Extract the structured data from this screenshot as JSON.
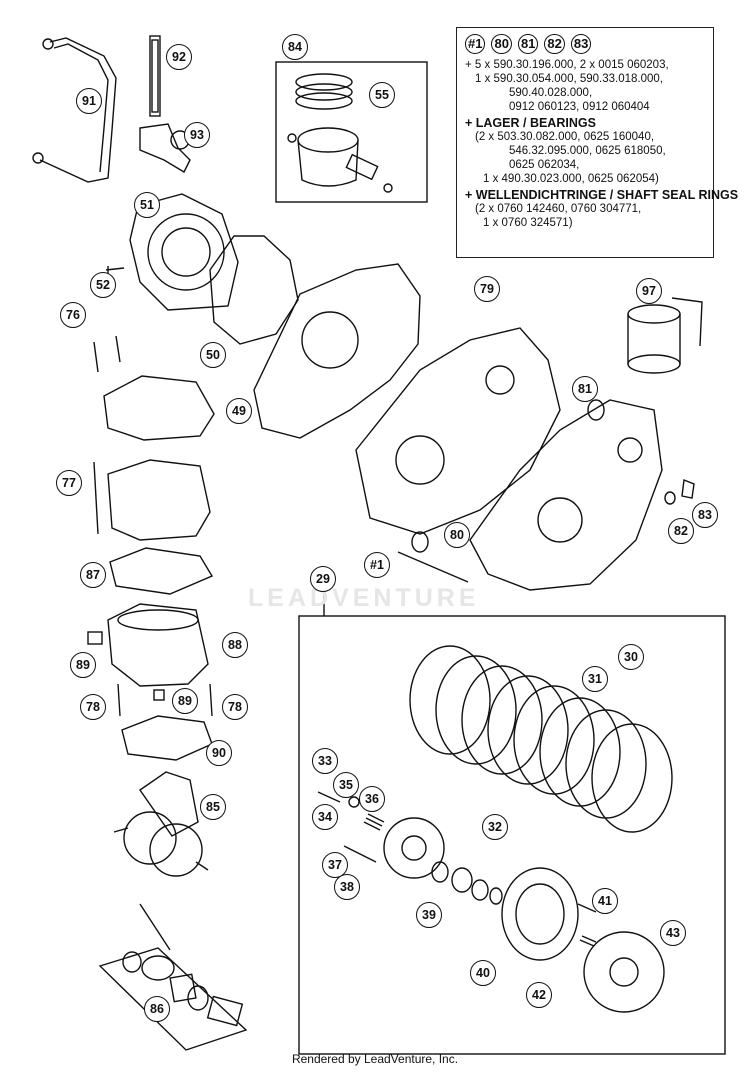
{
  "legend": {
    "refs": [
      "#1",
      "80",
      "81",
      "82",
      "83"
    ],
    "line1": "+ 5 x 590.30.196.000, 2 x 0015 060203,",
    "line2": "1 x 590.30.054.000, 590.33.018.000,",
    "line3": "590.40.028.000,",
    "line4": "0912 060123, 0912 060404",
    "bearings_head": "+ LAGER / BEARINGS",
    "bearings1": "(2 x 503.30.082.000, 0625 160040,",
    "bearings2": "546.32.095.000, 0625 618050,",
    "bearings3": "0625 062034,",
    "bearings4": "1 x 490.30.023.000, 0625 062054)",
    "seals_head": "+ WELLENDICHTRINGE / SHAFT SEAL RINGS",
    "seals1": "(2 x 0760 142460, 0760 304771,",
    "seals2": "1 x 0760 324571)"
  },
  "callouts": [
    "91",
    "92",
    "93",
    "84",
    "55",
    "51",
    "52",
    "76",
    "50",
    "49",
    "79",
    "97",
    "81",
    "77",
    "83",
    "82",
    "80",
    "#1",
    "29",
    "87",
    "88",
    "89",
    "89",
    "78",
    "78",
    "90",
    "30",
    "31",
    "33",
    "35",
    "36",
    "34",
    "32",
    "85",
    "37",
    "38",
    "39",
    "41",
    "43",
    "40",
    "42",
    "86"
  ],
  "watermark": "LEADVENTURE",
  "footer": "Rendered by LeadVenture, Inc."
}
